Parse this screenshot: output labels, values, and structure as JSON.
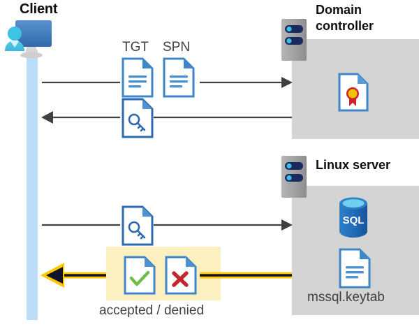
{
  "diagram": {
    "title_client": "Client",
    "title_domain_controller": "Domain\ncontroller",
    "title_domain_controller_line1": "Domain",
    "title_domain_controller_line2": "controller",
    "title_linux_server": "Linux server",
    "label_tgt": "TGT",
    "label_spn": "SPN",
    "label_keytab": "mssql.keytab",
    "label_accepted_denied": "accepted / denied",
    "colors": {
      "panel_gray": "#d4d4d4",
      "lifeline_blue": "#bcdcf7",
      "highlight_yellow": "#fdf0c0",
      "arrow_gray": "#404040",
      "arrow_yellow": "#ffc800",
      "arrow_yellow_core": "#13132e",
      "doc_blue": "#3f86c8",
      "accent_blue": "#2a6bb0",
      "sql_blue": "#1f6fc0",
      "check_green": "#6cbe45",
      "cross_red": "#c1272d",
      "seal_gold": "#f2c200",
      "seal_red": "#cc2229",
      "server_gray": "#9e9e9e",
      "server_pill": "#1b2a5e",
      "server_dot": "#3fbde8",
      "monitor_blue": "#3f7cc0",
      "person_cyan": "#3fc0e0",
      "text_dark": "#0d0d0d",
      "text_body": "#3f3f3f"
    },
    "icons": {
      "client": "client-workstation-icon",
      "server": "server-rack-icon",
      "tgt_document": "document-icon",
      "spn_document": "document-icon",
      "ticket_key_document": "document-key-icon",
      "certificate": "certificate-document-icon",
      "sql_database": "sql-database-icon",
      "keytab_document": "document-icon",
      "accepted": "document-check-icon",
      "denied": "document-cross-icon"
    },
    "flows": [
      {
        "name": "client-to-dc-tgt-spn",
        "direction": "right",
        "color": "gray",
        "from": "Client",
        "to": "Domain controller"
      },
      {
        "name": "dc-to-client-ticket",
        "direction": "left",
        "color": "gray",
        "from": "Domain controller",
        "to": "Client"
      },
      {
        "name": "client-to-linux-ticket",
        "direction": "right",
        "color": "gray",
        "from": "Client",
        "to": "Linux server"
      },
      {
        "name": "linux-to-client-result",
        "direction": "left",
        "color": "yellow",
        "from": "Linux server",
        "to": "Client"
      }
    ]
  }
}
